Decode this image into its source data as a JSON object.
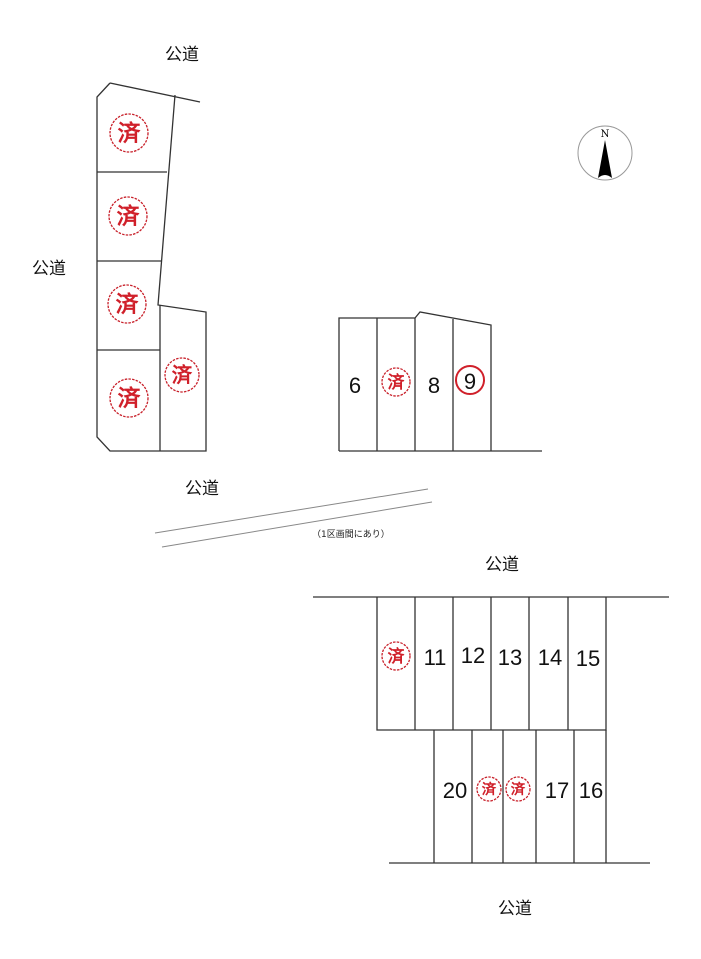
{
  "roads": {
    "top_left": "公道",
    "left": "公道",
    "middle": "公道",
    "lower_top": "公道",
    "bottom": "公道"
  },
  "note": "（1区画間にあり）",
  "compass": {
    "label": "N"
  },
  "sold_mark": "済",
  "lots": {
    "l6": "6",
    "l8": "8",
    "l9": "9",
    "l11": "11",
    "l12": "12",
    "l13": "13",
    "l14": "14",
    "l15": "15",
    "l16": "16",
    "l17": "17",
    "l20": "20"
  },
  "colors": {
    "sold": "#d0202a",
    "line": "#333333"
  }
}
